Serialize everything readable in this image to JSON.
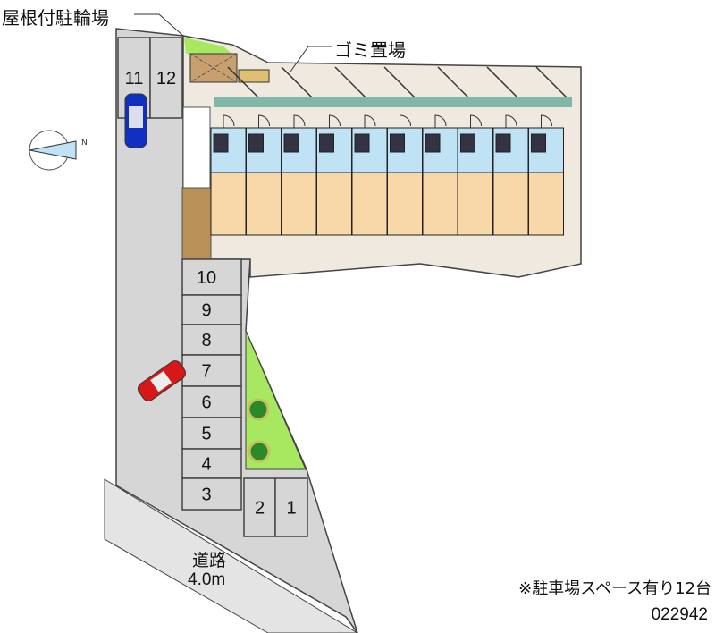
{
  "labels": {
    "bicycle_parking": "屋根付駐輪場",
    "garbage": "ゴミ置場",
    "road_name": "道路",
    "road_width": "4.0m",
    "parking_note": "※駐車場スペース有り12台",
    "property_id": "022942"
  },
  "parking_slots": [
    "1",
    "2",
    "3",
    "4",
    "5",
    "6",
    "7",
    "8",
    "9",
    "10",
    "11",
    "12"
  ],
  "units": 10,
  "colors": {
    "lot": "#d8d8d8",
    "road": "#e6e6e6",
    "grass": "#a8e860",
    "unit_wet": "#bfe3f5",
    "unit_room": "#f8d8a8",
    "car_blue": "#1030c0",
    "car_red": "#d81818"
  }
}
